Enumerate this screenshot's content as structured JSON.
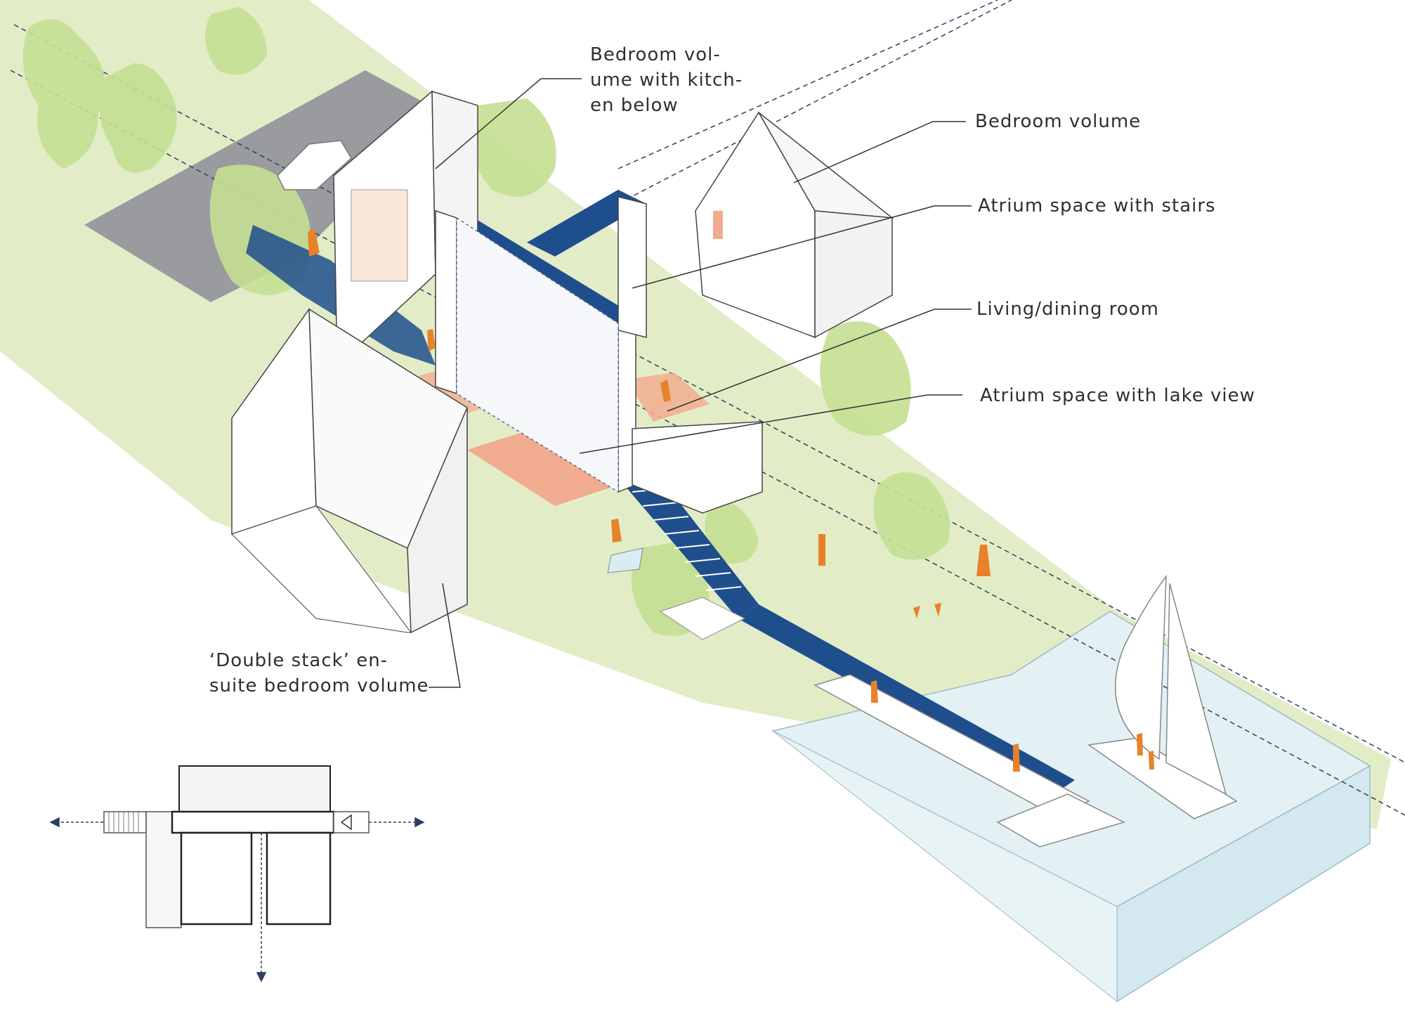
{
  "labels": {
    "bedroom_kitchen": "Bedroom vol-\nume with kitch-\nen below",
    "bedroom_volume": "Bedroom volume",
    "atrium_stairs": "Atrium space with stairs",
    "living_dining": "Living/dining room",
    "atrium_lake": "Atrium space with lake view",
    "double_stack": "‘Double stack’ en-\nsuite bedroom volume"
  },
  "colors": {
    "grass": "#e2edc7",
    "road": "#9a9b9f",
    "water": "#e3f1f5",
    "circulation_blue": "#1f4e8c",
    "floor_salmon": "#f1ab8f",
    "figure_orange": "#e8822a",
    "tree_green": "#c5df92",
    "line": "#333333"
  }
}
